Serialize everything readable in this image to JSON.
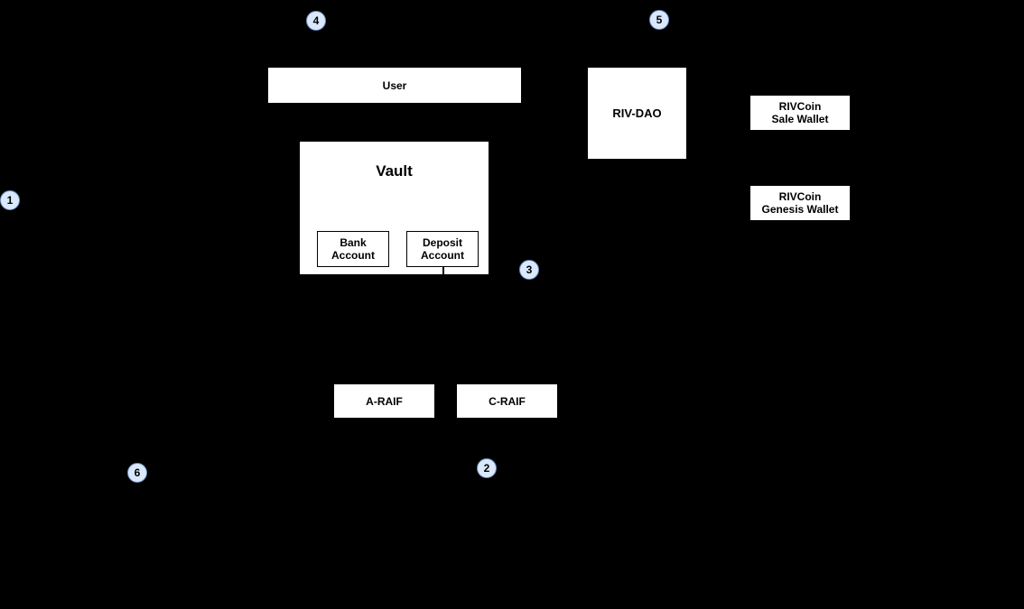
{
  "diagram": {
    "nodes": {
      "user": {
        "label": "User"
      },
      "vault": {
        "label": "Vault"
      },
      "bank_account": {
        "label": "Bank\nAccount"
      },
      "deposit_account": {
        "label": "Deposit\nAccount"
      },
      "riv_dao": {
        "label": "RIV-DAO"
      },
      "rivcoin_sale_wallet": {
        "label": "RIVCoin\nSale Wallet"
      },
      "rivcoin_genesis_wallet": {
        "label": "RIVCoin\nGenesis Wallet"
      },
      "a_raif": {
        "label": "A-RAIF"
      },
      "c_raif": {
        "label": "C-RAIF"
      }
    },
    "badges": [
      {
        "number": "1"
      },
      {
        "number": "2"
      },
      {
        "number": "3"
      },
      {
        "number": "4"
      },
      {
        "number": "5"
      },
      {
        "number": "6"
      }
    ],
    "colors": {
      "background": "#000000",
      "node_fill": "#ffffff",
      "node_border": "#000000",
      "node_text": "#000000",
      "badge_fill": "#dae8fc",
      "badge_border": "#6c8ebf",
      "connector": "#000000"
    }
  }
}
